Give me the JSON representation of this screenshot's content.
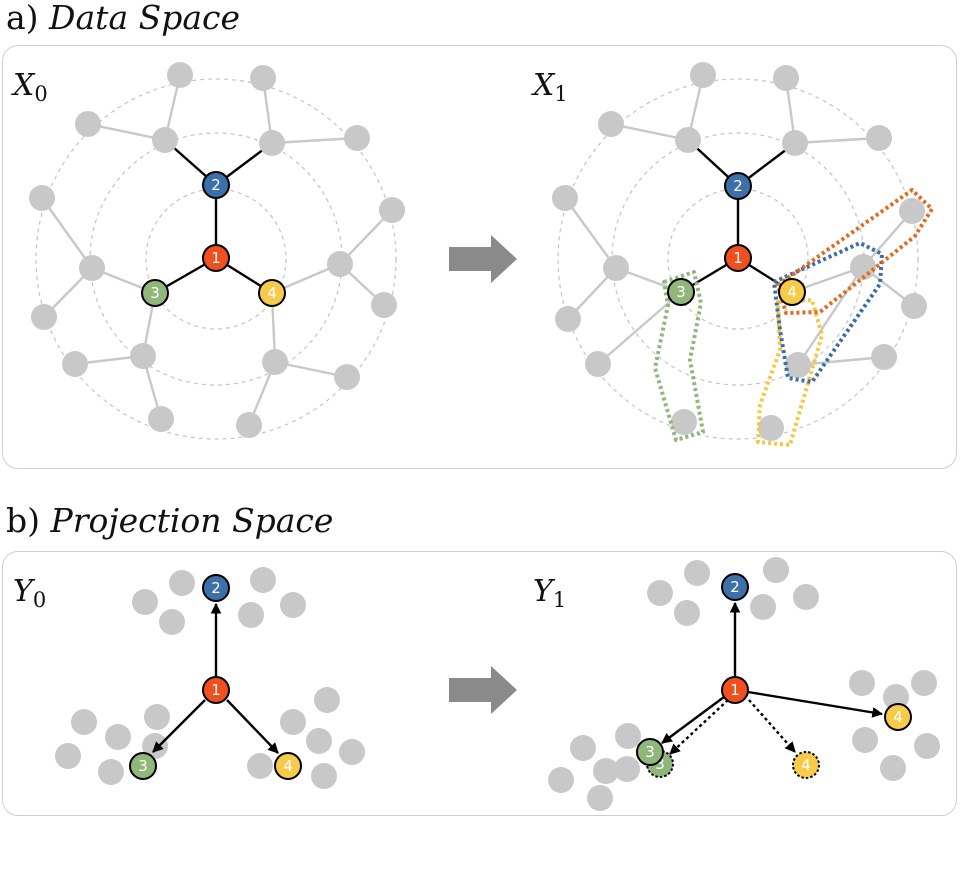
{
  "panels": {
    "a": {
      "prefix": "a) ",
      "title": "Data Space"
    },
    "b": {
      "prefix": "b) ",
      "title": "Projection Space"
    }
  },
  "graph_labels": {
    "x0": {
      "var": "X",
      "sub": "0"
    },
    "x1": {
      "var": "X",
      "sub": "1"
    },
    "y0": {
      "var": "Y",
      "sub": "0"
    },
    "y1": {
      "var": "Y",
      "sub": "1"
    }
  },
  "nodes": {
    "n1": "1",
    "n2": "2",
    "n3": "3",
    "n4": "4"
  },
  "colors": {
    "node1": "#f0501e",
    "node2": "#3d6fa8",
    "node3": "#8fb77a",
    "node4": "#f7cb4a",
    "gray_node": "#c8c8c8",
    "highlight_orange": "#e36a1c",
    "highlight_blue": "#3a6ea5",
    "highlight_green": "#8fb77a",
    "highlight_yellow": "#f5c741",
    "arrow": "#8a8a8a"
  }
}
